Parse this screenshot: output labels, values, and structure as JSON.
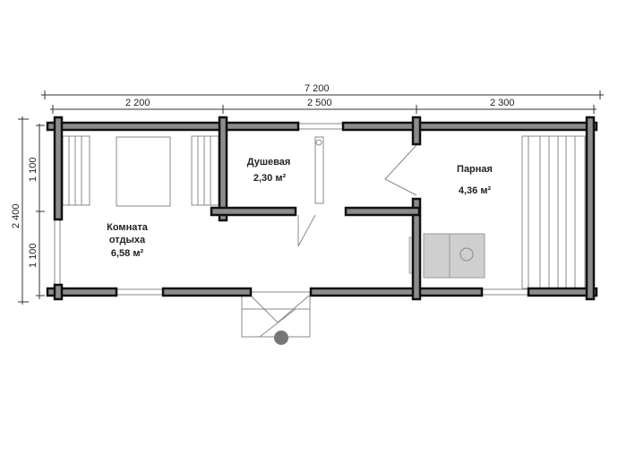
{
  "dimensions": {
    "overall_width": "7 200",
    "segment_1": "2 200",
    "segment_2": "2 500",
    "segment_3": "2 300",
    "overall_depth": "2 400",
    "depth_top": "1 100",
    "depth_bottom": "1 100"
  },
  "rooms": {
    "rest_room": {
      "name_line1": "Комната",
      "name_line2": "отдыха",
      "area": "6,58 м²"
    },
    "shower": {
      "name": "Душевая",
      "area": "2,30 м²"
    },
    "steam_room": {
      "name": "Парная",
      "area": "4,36 м²"
    }
  }
}
